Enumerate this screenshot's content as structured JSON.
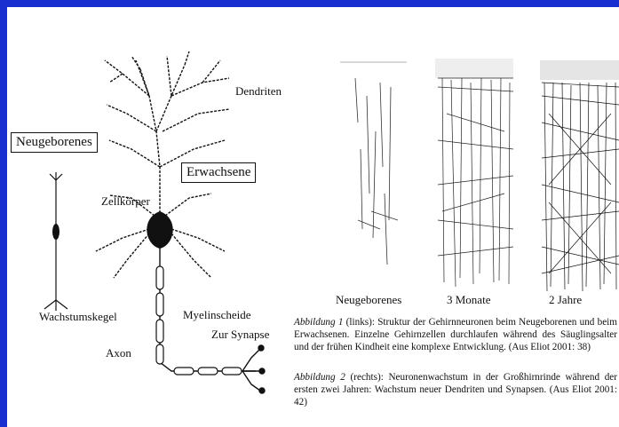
{
  "labels": {
    "dendriten": "Dendriten",
    "neugeborenes_box": "Neugeborenes",
    "erwachsene_box": "Erwachsene",
    "zellkoerper": "Zellkörper",
    "wachstumskegel": "Wachstumskegel",
    "myelinscheide": "Myelinscheide",
    "axon": "Axon",
    "zur_synapse": "Zur Synapse"
  },
  "panels": {
    "neugeborenes": "Neugeborenes",
    "monate": "3 Monate",
    "jahre": "2 Jahre"
  },
  "captions": {
    "c1_title": "Abbildung 1",
    "c1_text": " (links): Struktur der Gehirnneuronen beim Neugeborenen und beim Erwachsenen. Einzelne Gehirnzellen durchlaufen während des Säuglingsalter und der frühen Kindheit eine komplexe Entwicklung. (Aus Eliot 2001: 38)",
    "c2_title": "Abbildung 2",
    "c2_text": " (rechts): Neuronenwachstum in der Großhirnrinde während der ersten zwei Jahren: Wachstum neuer Dendriten und Synapsen. (Aus Eliot 2001: 42)"
  },
  "colors": {
    "border": "#1a2fd0",
    "ink": "#111111"
  }
}
